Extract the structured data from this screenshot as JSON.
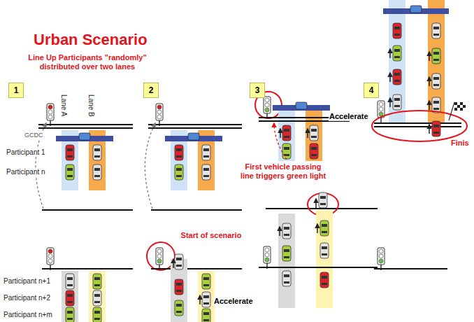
{
  "diagram": {
    "title": "Urban Scenario",
    "nodes": [
      {
        "text": [
          "1"
        ]
      },
      {
        "text": [
          "2"
        ]
      },
      {
        "text": [
          "3"
        ]
      },
      {
        "text": [
          "4"
        ]
      }
    ],
    "labels": [
      "Line Up Participants \"randomly\" distributed over two lanes",
      "Lane A",
      "Lane B",
      "GCDC",
      "Participant 1",
      "Participant n",
      "Participant n+1",
      "Participant n+2",
      "Participant n+m",
      "Start of scenario",
      "Accelerate",
      "Accelerate",
      "First vehicle passing line triggers green light",
      "Finis"
    ]
  }
}
